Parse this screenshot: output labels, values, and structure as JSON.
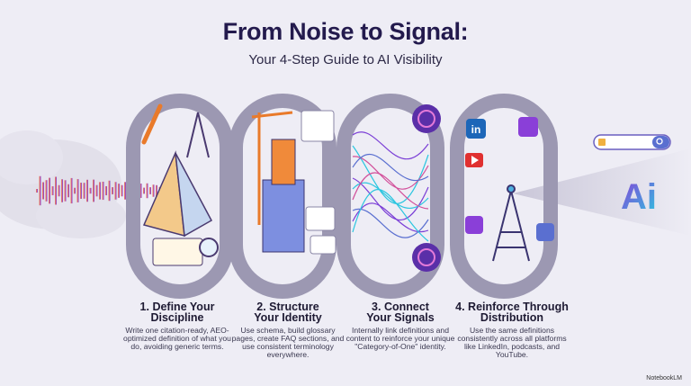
{
  "header": {
    "title": "From Noise to Signal:",
    "subtitle": "Your 4-Step Guide to AI Visibility"
  },
  "steps": [
    {
      "title_line1": "1. Define Your",
      "title_line2": "Discipline",
      "body": "Write one citation-ready, AEO-optimized definition of what you do, avoiding generic terms.",
      "icon": "prism-icon"
    },
    {
      "title_line1": "2. Structure",
      "title_line2": "Your Identity",
      "body": "Use schema, build glossary pages, create FAQ sections, and use consistent terminology everywhere.",
      "icon": "building-icon"
    },
    {
      "title_line1": "3. Connect",
      "title_line2": "Your Signals",
      "body": "Internally link definitions and content to reinforce your unique \"Category-of-One\" identity.",
      "icon": "network-icon"
    },
    {
      "title_line1": "4. Reinforce Through",
      "title_line2": "Distribution",
      "body": "Use the same definitions consistently across all platforms like LinkedIn, podcasts, and YouTube.",
      "icon": "broadcast-tower-icon"
    }
  ],
  "badges": {
    "linkedin": "in"
  },
  "logo": {
    "ai": "Ai"
  },
  "brand": "NotebookLM",
  "colors": {
    "title": "#231a4d",
    "loop": "#9c98b2",
    "accent_purple": "#7b3fd6",
    "accent_cyan": "#2cc6e0"
  }
}
